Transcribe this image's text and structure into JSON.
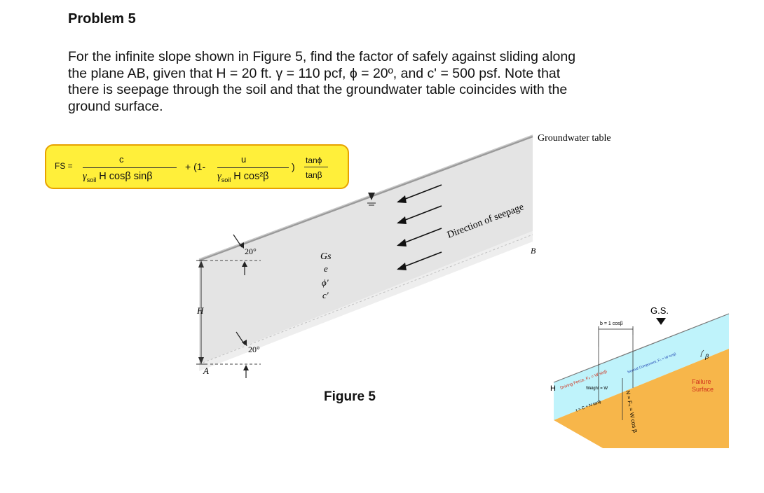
{
  "problem": {
    "title": "Problem 5",
    "lines": [
      "For the infinite slope shown in Figure 5, find the factor of safely against sliding along",
      "the plane  AB, given that H = 20 ft. γ = 110 pcf, ϕ = 20º, and c' = 500 psf. Note that",
      "there is seepage  through the soil and that the groundwater table coincides with the",
      "ground surface."
    ],
    "figure_caption": "Figure 5"
  },
  "formula": {
    "fs_label": "FS =",
    "term1_num": "c",
    "term1_den_gamma": "γ",
    "term1_den_sub": "soil",
    "term1_den_rest": " H cosβ sinβ",
    "plus_open": "+ (1-",
    "term2_num": "u",
    "term2_den_gamma": "γ",
    "term2_den_sub": "soil",
    "term2_den_rest": " H cos²β",
    "close": ")",
    "term3_num": "tanϕ",
    "term3_den": "tanβ",
    "box_fill": "#ffef3a",
    "box_border": "#e7a200"
  },
  "main_figure": {
    "groundwater_label": "Groundwater table",
    "seepage_label": "Direction of seepage",
    "angle_top": "20°",
    "angle_bottom": "20°",
    "label_H": "H",
    "label_A": "A",
    "label_B": "B",
    "soil_props": [
      "Gs",
      "e",
      "ϕ'",
      "c'"
    ],
    "soil_color": "#e3e3e3"
  },
  "inset": {
    "gs_label": "G.S.",
    "b_label": "b = 1 cosβ",
    "beta_label": "β",
    "H_label": "H",
    "driving_force": "Driving Force, Fₚ = W sinβ",
    "normal_component": "Normal Component, Fₙ = W cosβ",
    "weight": "Weight = W",
    "tau": "τ = C + N tanϕ",
    "normal_vertical": "N = Fₙ = W cos β",
    "failure_surface_1": "Failure",
    "failure_surface_2": "Surface",
    "water_color": "#bff3fb",
    "soil_color": "#f7b64a",
    "failure_text_color": "#d0301b"
  }
}
